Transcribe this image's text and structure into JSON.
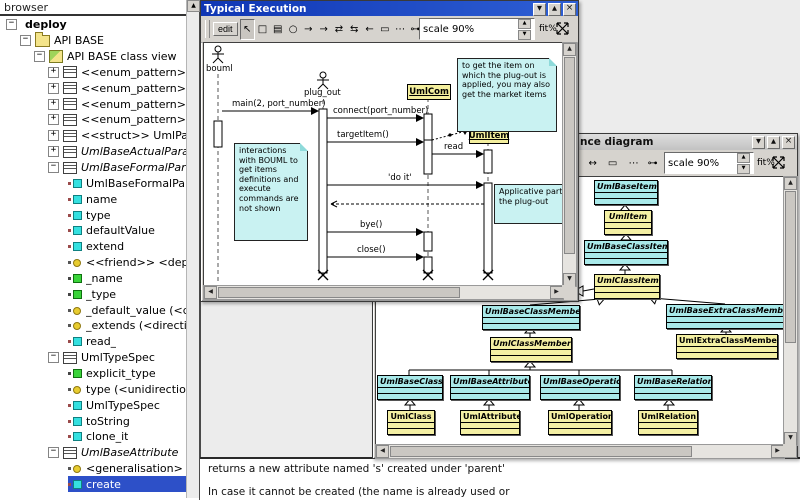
{
  "colors": {
    "titlebar_active": "#1b44c4",
    "selection": "#2d50c8",
    "note_bg": "#c9f2f2",
    "class_cyan": "#a9eaea",
    "class_yellow": "#f4f0a4",
    "instance_yellow": "#f4ef9e"
  },
  "browser": {
    "header": "browser",
    "items": [
      {
        "label": "deploy",
        "level": 0,
        "expander": "minus",
        "bold": true
      },
      {
        "label": "API BASE",
        "level": 1,
        "expander": "minus",
        "icon": "folder"
      },
      {
        "label": "API BASE class view",
        "level": 2,
        "expander": "minus",
        "icon": "class-view"
      },
      {
        "label": "<<enum_pattern>> aRelationK",
        "level": 3,
        "expander": "plus",
        "icon": "class"
      },
      {
        "label": "<<enum_pattern>> aDirection",
        "level": 3,
        "expander": "plus",
        "icon": "class"
      },
      {
        "label": "<<enum_pattern>> aVisibility",
        "level": 3,
        "expander": "plus",
        "icon": "class"
      },
      {
        "label": "<<enum_pattern>> anItemKin",
        "level": 3,
        "expander": "plus",
        "icon": "class"
      },
      {
        "label": "<<struct>> UmlParameter",
        "level": 3,
        "expander": "plus",
        "icon": "class"
      },
      {
        "label": "UmlBaseActualParameter",
        "level": 3,
        "expander": "plus",
        "icon": "class",
        "italic": true
      },
      {
        "label": "UmlBaseFormalParameter",
        "level": 3,
        "expander": "minus",
        "icon": "class",
        "italic": true
      },
      {
        "label": "UmlBaseFormalParameter",
        "level": 4,
        "icon": "operation"
      },
      {
        "label": "name",
        "level": 4,
        "icon": "operation"
      },
      {
        "label": "type",
        "level": 4,
        "icon": "operation"
      },
      {
        "label": "defaultValue",
        "level": 4,
        "icon": "operation"
      },
      {
        "label": "extend",
        "level": 4,
        "icon": "operation"
      },
      {
        "label": "<<friend>> <dependency>",
        "level": 4,
        "icon": "relation"
      },
      {
        "label": "_name",
        "level": 4,
        "icon": "attribute"
      },
      {
        "label": "_type",
        "level": 4,
        "icon": "attribute"
      },
      {
        "label": "_default_value (<directiona",
        "level": 4,
        "icon": "relation"
      },
      {
        "label": "_extends (<directional agg",
        "level": 4,
        "icon": "relation"
      },
      {
        "label": "read_",
        "level": 4,
        "icon": "operation"
      },
      {
        "label": "UmlTypeSpec",
        "level": 3,
        "expander": "minus",
        "icon": "class"
      },
      {
        "label": "explicit_type",
        "level": 4,
        "icon": "attribute"
      },
      {
        "label": "type (<unidirectional assoc",
        "level": 4,
        "icon": "relation"
      },
      {
        "label": "UmlTypeSpec",
        "level": 4,
        "icon": "operation"
      },
      {
        "label": "toString",
        "level": 4,
        "icon": "operation"
      },
      {
        "label": "clone_it",
        "level": 4,
        "icon": "operation"
      },
      {
        "label": "UmlBaseAttribute",
        "level": 3,
        "expander": "minus",
        "icon": "class",
        "italic": true
      },
      {
        "label": "<generalisation> UmlClass",
        "level": 4,
        "icon": "relation"
      },
      {
        "label": "create",
        "level": 4,
        "icon": "operation",
        "selected": true
      }
    ]
  },
  "sequence_window": {
    "title": "Typical Execution",
    "toolbar": {
      "edit": "edit",
      "scale": "scale 90%",
      "fit": "fit%",
      "icons": [
        {
          "name": "cursor-tool",
          "glyph": "↖"
        },
        {
          "name": "note-tool",
          "glyph": "□"
        },
        {
          "name": "class-instance-tool",
          "glyph": "▤"
        },
        {
          "name": "continuation-tool",
          "glyph": "○"
        },
        {
          "name": "sync-message-tool",
          "glyph": "→"
        },
        {
          "name": "async-message-tool",
          "glyph": "→"
        },
        {
          "name": "reflexive-sync-tool",
          "glyph": "⇄"
        },
        {
          "name": "reflexive-async-tool",
          "glyph": "⇆"
        },
        {
          "name": "return-message-tool",
          "glyph": "←"
        },
        {
          "name": "fragment-tool",
          "glyph": "▭"
        },
        {
          "name": "dashed-line-tool",
          "glyph": "⋯"
        },
        {
          "name": "anchor-tool",
          "glyph": "⊶"
        }
      ]
    },
    "diagram": {
      "actor1": "bouml",
      "actor2": "plug_out",
      "instance1": "UmlCom",
      "instance2": "UmlItem",
      "msg_main": "main(2, port_number)",
      "msg_connect": "connect(port_number)",
      "msg_target": "targetItem()",
      "msg_read": "read",
      "msg_doit": "'do it'",
      "msg_bye": "bye()",
      "msg_close": "close()",
      "note_market": "to get the item on which the plug-out is applied, you may also get the market items",
      "note_interactions": "interactions with BOUML to get items definitions and execute commands are not shown",
      "note_applicative": "Applicative part of the plug-out"
    }
  },
  "inheritance_window": {
    "title": "nce diagram",
    "toolbar": {
      "scale": "scale 90%",
      "fit": "fit%",
      "icons": [
        {
          "name": "association-tool",
          "glyph": "↔"
        },
        {
          "name": "fragment-tool",
          "glyph": "▭"
        },
        {
          "name": "dashed-line-tool",
          "glyph": "⋯"
        },
        {
          "name": "anchor-tool",
          "glyph": "⊶"
        }
      ]
    },
    "classes": [
      {
        "name": "UmlBaseItem",
        "color": "cyan",
        "abstract": true
      },
      {
        "name": "UmlItem",
        "color": "yellow",
        "abstract": true
      },
      {
        "name": "UmlBaseClassItem",
        "color": "cyan",
        "abstract": true
      },
      {
        "name": "UmlClassItem",
        "color": "yellow",
        "abstract": true
      },
      {
        "name": "UmlBaseClassMember",
        "color": "cyan",
        "abstract": true
      },
      {
        "name": "UmlBaseExtraClassMember",
        "color": "cyan",
        "abstract": true
      },
      {
        "name": "UmlClassMember",
        "color": "yellow",
        "abstract": true
      },
      {
        "name": "UmlExtraClassMember",
        "color": "yellow",
        "abstract": false
      },
      {
        "name": "UmlBaseClass",
        "color": "cyan",
        "abstract": true
      },
      {
        "name": "UmlBaseAttribute",
        "color": "cyan",
        "abstract": true
      },
      {
        "name": "UmlBaseOperation",
        "color": "cyan",
        "abstract": true
      },
      {
        "name": "UmlBaseRelation",
        "color": "cyan",
        "abstract": true
      },
      {
        "name": "UmlClass",
        "color": "yellow",
        "abstract": false
      },
      {
        "name": "UmlAttribute",
        "color": "yellow",
        "abstract": false
      },
      {
        "name": "UmlOperation",
        "color": "yellow",
        "abstract": false
      },
      {
        "name": "UmlRelation",
        "color": "yellow",
        "abstract": false
      }
    ]
  },
  "description": {
    "line1": "returns a new attribute named 's' created under 'parent'",
    "line2": "In case it cannot be created (the name is already used or"
  }
}
